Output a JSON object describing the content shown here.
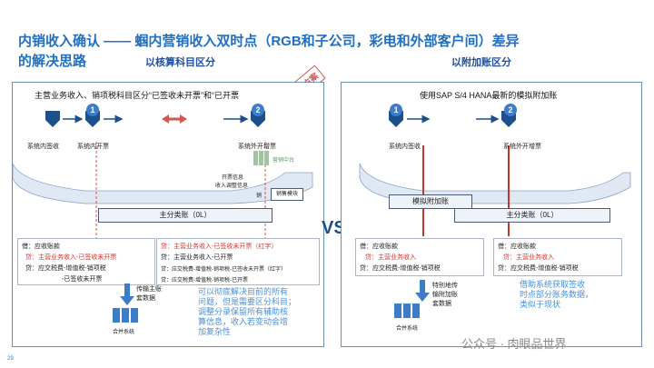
{
  "header": {
    "title_line1": "内销收入确认 —— 蝈内营销收入双时点（RGB和子公司，彩电和外部客户间）差异",
    "title_line2": "的解决思路",
    "left_subtitle": "以核算科目区分",
    "right_subtitle": "以附加账区分",
    "stamp": "倾向方案",
    "vs": "VS"
  },
  "left": {
    "panel_title": "主营业务收入、销项税科目区分“已签收未开票”和“已开票",
    "step1_num": "1",
    "step2_num": "2",
    "step1_a": "系统内签收",
    "step1_b": "系统内开票",
    "step2_label": "系统外开增票",
    "zhongtai": "营销中台",
    "kaipiao_info": "开票信息",
    "shouru_info": "收入调整信息",
    "xiaoshou": "销",
    "sale_module": "销售模块",
    "ledger": "主分类账（0L）",
    "entry1": {
      "l1": "借：应收账款",
      "l2": "贷：主营业务收入-已签收未开票",
      "l3": "贷：应交税费-增值税-销项税",
      "l4": "-已签收未开票"
    },
    "entry2": {
      "l1": "贷：主营业务收入-已签收未开票（红字）",
      "l2": "贷：主营业务收入-已开票",
      "l3": "贷：应交税费-增值税-销项税-已签收未开票（红字）",
      "l4": "贷：应交税费-增值税-销项税-已开票"
    },
    "transfer": "传输主账\n套数据",
    "system": "合并系统",
    "note": "可以彻底解决目前的所有\n问题，但是需要区分科目；\n调整分录保留所有辅助核\n算信息，收入若变动会增\n加复杂性"
  },
  "right": {
    "panel_title": "使用SAP S/4 HANA最新的模拟附加账",
    "step1_num": "1",
    "step2_num": "2",
    "step1_label": "系统内签收",
    "step2_label": "系统外开增票",
    "sim_ledger": "模拟附加账",
    "ledger": "主分类账（0L）",
    "entry1": {
      "l1": "借：应收账款",
      "l2": "贷：主营业务收入",
      "l3": "贷：应交税费-增值税-销项税"
    },
    "entry2": {
      "l1": "借：应收账款",
      "l2": "贷：主营业务收入",
      "l3": "贷：应交税费-增值税-销项税"
    },
    "transfer": "特别地传\n输附加账\n套数据",
    "system": "合并系统",
    "note": "借助系统获取签收\n时点部分账务数据，\n类似于现状"
  },
  "footer": {
    "page_num": "29",
    "watermark": "公众号 · 肉眼品世界"
  }
}
